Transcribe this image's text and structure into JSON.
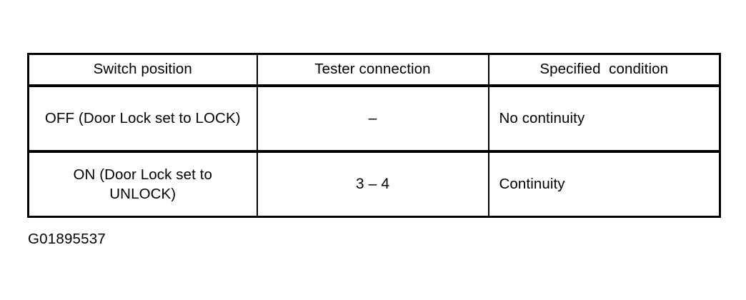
{
  "document": {
    "figure_caption": "G01895537"
  },
  "table": {
    "columns": [
      {
        "key": "switch_position",
        "header": "Switch position",
        "align": "center"
      },
      {
        "key": "tester_connection",
        "header": "Tester connection",
        "align": "center"
      },
      {
        "key": "specified_condition",
        "header": "Specified  condition",
        "align": "left"
      }
    ],
    "rows": [
      {
        "switch_position": "OFF (Door Lock set to LOCK)",
        "tester_connection": "–",
        "specified_condition": "No continuity"
      },
      {
        "switch_position": "ON (Door Lock set to UNLOCK)",
        "tester_connection": "3 – 4",
        "specified_condition": "Continuity"
      }
    ]
  },
  "colors": {
    "background": "#ffffff",
    "text": "#000000",
    "border": "#000000"
  }
}
